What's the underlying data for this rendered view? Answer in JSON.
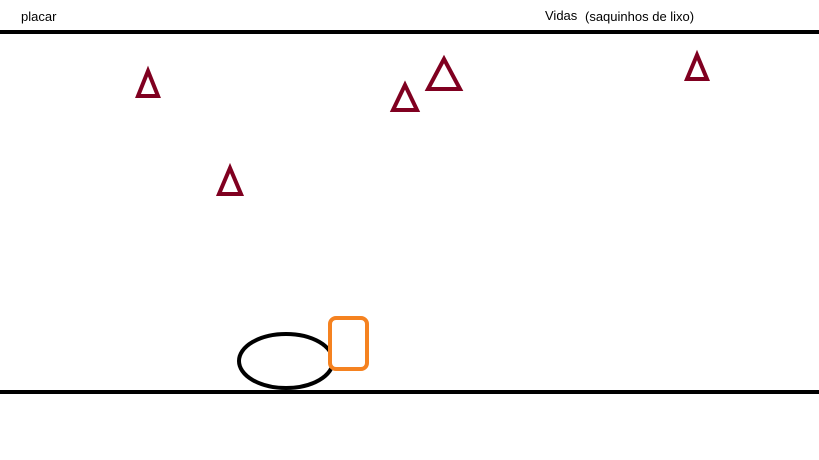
{
  "hud": {
    "score_label": "placar",
    "lives_label": "Vidas",
    "lives_note": "(saquinhos de lixo)"
  },
  "colors": {
    "background": "#ffffff",
    "line": "#000000",
    "falling_object": "#800020",
    "bag": "#000000",
    "player": "#f58220"
  },
  "icons": {
    "falling_object": "triangle-icon",
    "bag": "ellipse-icon",
    "player": "rounded-rectangle-icon"
  }
}
